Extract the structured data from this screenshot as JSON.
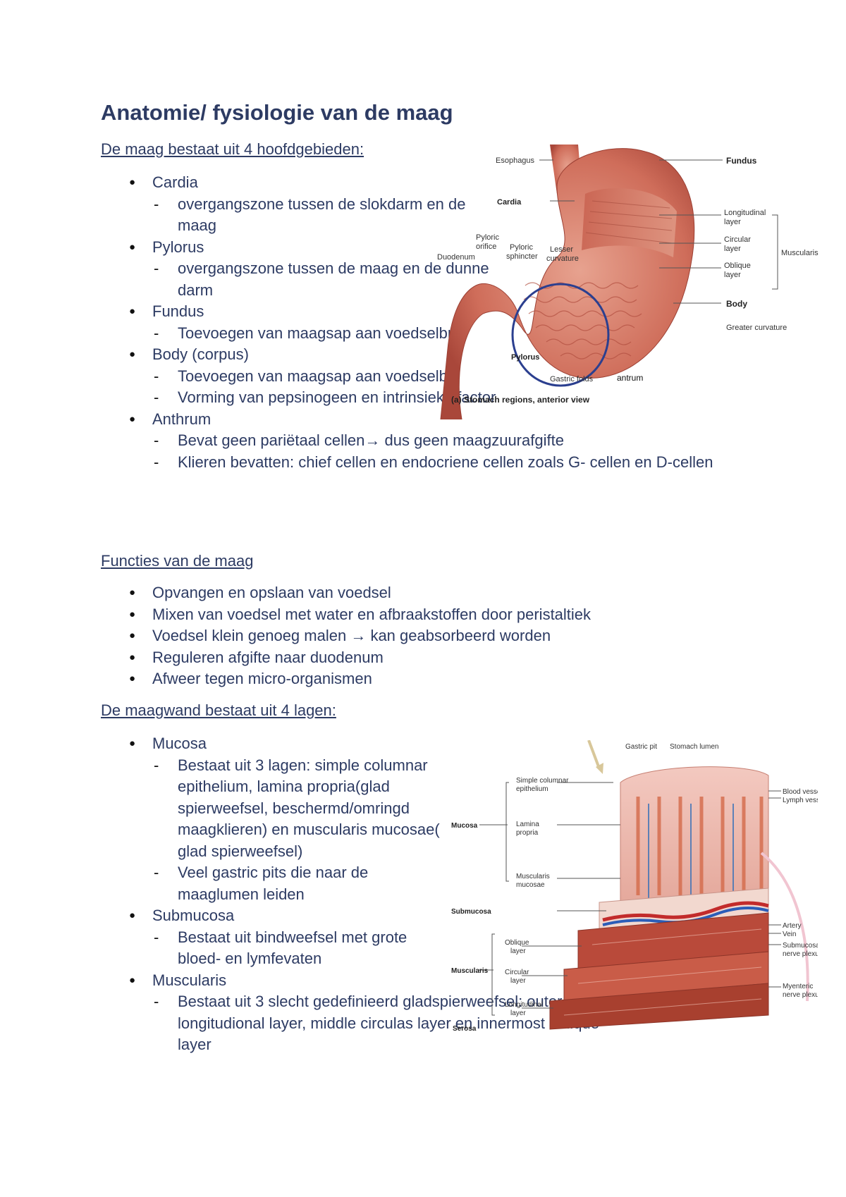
{
  "title": "Anatomie/ fysiologie van de maag",
  "section1": {
    "heading": "De maag bestaat uit 4 hoofdgebieden:",
    "items": [
      {
        "label": "Cardia",
        "sub": [
          "overgangszone tussen de slokdarm en de maag"
        ]
      },
      {
        "label": "Pylorus",
        "sub": [
          "overgangszone tussen de maag en de dunne darm"
        ]
      },
      {
        "label": "Fundus",
        "sub": [
          "Toevoegen van maagsap aan voedselbrij"
        ]
      },
      {
        "label": "Body (corpus)",
        "sub": [
          "Toevoegen van maagsap aan voedselbrij",
          "Vorming van pepsinogeen en intrinsieke factor"
        ]
      },
      {
        "label": "Anthrum",
        "sub": [
          "Bevat geen pariëtaal cellen",
          "Klieren bevatten: chief cellen en endocriene cellen zoals G- cellen en D-cellen"
        ]
      }
    ],
    "anthrum_sub1_arrow": "→",
    "anthrum_sub1_tail": " dus geen maagzuurafgifte"
  },
  "section2": {
    "heading": "Functies van de maag",
    "items": [
      "Opvangen en opslaan van voedsel",
      "Mixen van voedsel met water en afbraakstoffen door peristaltiek",
      "Voedsel klein genoeg malen ",
      "Reguleren afgifte naar duodenum",
      "Afweer tegen micro-organismen"
    ],
    "item3_arrow": "→",
    "item3_tail": " kan geabsorbeerd worden"
  },
  "section3": {
    "heading": "De maagwand bestaat uit 4 lagen:",
    "items": [
      {
        "label": "Mucosa",
        "sub": [
          "Bestaat uit 3 lagen: simple columnar epithelium, lamina propria(glad spierweefsel, beschermd/omringd maagklieren) en muscularis mucosae( glad spierweefsel)",
          "Veel gastric pits die naar de maaglumen leiden"
        ]
      },
      {
        "label": "Submucosa",
        "sub": [
          "Bestaat uit bindweefsel met grote bloed- en lymfevaten"
        ]
      },
      {
        "label": "Muscularis",
        "sub": [
          "Bestaat uit 3 slecht gedefinieerd gladspierweefsel: outer longitudional layer, middle circulas layer en innermost oblique layer"
        ]
      }
    ]
  },
  "figure1": {
    "labels": {
      "esophagus": "Esophagus",
      "fundus": "Fundus",
      "cardia": "Cardia",
      "longitudinal": "Longitudinal",
      "longitudinal2": "layer",
      "circular": "Circular",
      "circular2": "layer",
      "oblique": "Oblique",
      "oblique2": "layer",
      "muscularis": "Muscularis",
      "pyloric_orifice": "Pyloric",
      "pyloric_orifice2": "orifice",
      "pyloric_sphincter": "Pyloric",
      "pyloric_sphincter2": "sphincter",
      "lesser": "Lesser",
      "lesser2": "curvature",
      "duodenum": "Duodenum",
      "body": "Body",
      "greater": "Greater curvature",
      "pylorus": "Pylorus",
      "gastric_folds": "Gastric folds",
      "antrum": "antrum",
      "caption": "(a) Stomach regions, anterior view"
    }
  },
  "figure2": {
    "labels": {
      "gastric_pit": "Gastric pit",
      "stomach_lumen": "Stomach lumen",
      "simple_columnar": "Simple columnar",
      "simple_columnar2": "epithelium",
      "blood_vessel": "Blood vessel",
      "lymph_vessel": "Lymph vessel",
      "mucosa": "Mucosa",
      "lamina": "Lamina",
      "lamina2": "propria",
      "muscularis_mucosae": "Muscularis",
      "muscularis_mucosae2": "mucosae",
      "submucosa": "Submucosa",
      "artery": "Artery",
      "vein": "Vein",
      "submucosal": "Submucosal",
      "submucosal2": "nerve plexus",
      "oblique": "Oblique",
      "oblique2": "layer",
      "circular": "Circular",
      "circular2": "layer",
      "muscularis": "Muscularis",
      "myenteric": "Myenteric",
      "myenteric2": "nerve plexus",
      "longitudinal": "Longitudinal",
      "longitudinal2": "layer",
      "serosa": "Serosa"
    }
  }
}
